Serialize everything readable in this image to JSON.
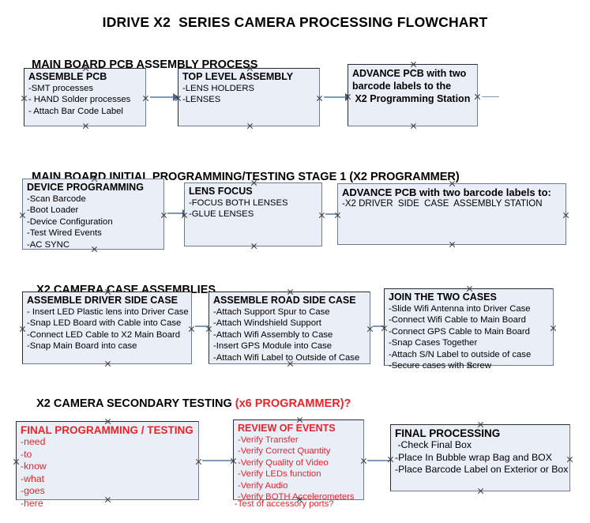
{
  "title": "IDRIVE X2  SERIES CAMERA PROCESSING FLOWCHART",
  "colors": {
    "node_fill": "#e9eef7",
    "node_border": "#2b2b2b",
    "connector": "#7e9ab8",
    "accent_red": "#e8232a",
    "text": "#000000"
  },
  "sections": [
    {
      "heading": "MAIN BOARD PCB ASSEMBLY PROCESS",
      "heading_accent": "",
      "nodes": [
        {
          "title": "ASSEMBLE PCB",
          "lines": [
            "-SMT processes",
            "- HAND Solder processes",
            "- Attach Bar Code Label"
          ]
        },
        {
          "title": "TOP LEVEL ASSEMBLY",
          "lines": [
            "-LENS HOLDERS",
            "-LENSES"
          ]
        },
        {
          "title": "ADVANCE PCB with two",
          "lines": [
            "barcode labels to the",
            " X2 Programming Station"
          ]
        }
      ]
    },
    {
      "heading": "MAIN BOARD INITIAL PROGRAMMING/TESTING STAGE 1 (X2 PROGRAMMER)",
      "heading_accent": "",
      "nodes": [
        {
          "title": "DEVICE PROGRAMMING",
          "lines": [
            "-Scan Barcode",
            "-Boot Loader",
            "-Device Configuration",
            "-Test Wired Events",
            "-AC SYNC"
          ]
        },
        {
          "title": "LENS FOCUS",
          "lines": [
            "-FOCUS BOTH LENSES",
            "-GLUE LENSES"
          ]
        },
        {
          "title": "ADVANCE PCB with two barcode labels to:",
          "lines": [
            "-X2 DRIVER  SIDE  CASE  ASSEMBLY STATION"
          ]
        }
      ]
    },
    {
      "heading": "X2 CAMERA CASE ASSEMBLIES",
      "heading_accent": "",
      "nodes": [
        {
          "title": "ASSEMBLE DRIVER SIDE CASE",
          "lines": [
            "- Insert LED Plastic lens into Driver Case",
            "-Snap LED Board with Cable into Case",
            "-Connect LED Cable to X2 Main Board",
            "-Snap Main Board into case"
          ]
        },
        {
          "title": "ASSEMBLE ROAD SIDE CASE",
          "lines": [
            "-Attach Support Spur to Case",
            "-Attach Windshield Support",
            "-Attach Wifi Assembly to Case",
            "-Insert GPS Module into Case",
            "-Attach Wifi Label to Outside of Case"
          ]
        },
        {
          "title": "JOIN THE TWO CASES",
          "lines": [
            "-Slide Wifi Antenna into Driver Case",
            "-Connect Wifi Cable to Main Board",
            "-Connect GPS Cable to Main Board",
            "-Snap Cases Together",
            "-Attach S/N Label to outside of case",
            "-Secure cases with Screw"
          ]
        }
      ]
    },
    {
      "heading": "X2 CAMERA SECONDARY TESTING ",
      "heading_accent": "(x6 PROGRAMMER)?",
      "nodes": [
        {
          "title": "FINAL PROGRAMMING / TESTING",
          "lines": [
            "-need",
            "-to",
            "-know",
            "-what",
            "-goes",
            "-here"
          ]
        },
        {
          "title": "REVIEW OF EVENTS",
          "lines": [
            "-Verify Transfer",
            "-Verify Correct Quantity",
            "-Verify Quality of Video",
            "-Verify LEDs function",
            "-Verify Audio",
            "-Verify BOTH Accelerometers"
          ],
          "overflow_line": "-Test of accessory ports?"
        },
        {
          "title": "FINAL PROCESSING",
          "lines": [
            " -Check Final Box",
            "-Place In Bubble wrap Bag and BOX",
            "-Place Barcode Label on Exterior or Box"
          ]
        }
      ]
    }
  ]
}
